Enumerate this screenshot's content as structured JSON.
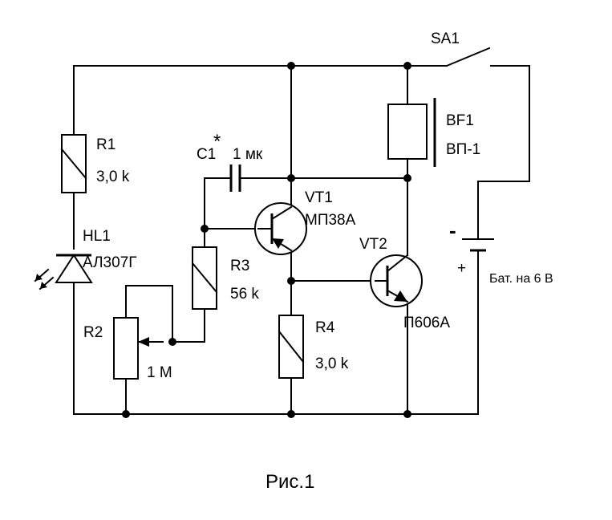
{
  "figure": {
    "caption": "Рис.1"
  },
  "components": {
    "sa1": {
      "ref": "SA1"
    },
    "bf1": {
      "ref": "BF1",
      "value": "ВП-1"
    },
    "r1": {
      "ref": "R1",
      "value": "3,0 k"
    },
    "c1": {
      "ref": "C1",
      "mark": "*",
      "value": "1 мк"
    },
    "vt1": {
      "ref": "VT1",
      "value": "МП38А"
    },
    "vt2": {
      "ref": "VT2",
      "value": "П606А"
    },
    "hl1": {
      "ref": "HL1",
      "value": "АЛ307Г"
    },
    "r3": {
      "ref": "R3",
      "value": "56 k"
    },
    "r2": {
      "ref": "R2",
      "value": "1 М"
    },
    "r4": {
      "ref": "R4",
      "value": "3,0 k"
    },
    "battery": {
      "minus": "-",
      "plus": "+",
      "label": "Бат. на 6 В"
    }
  }
}
